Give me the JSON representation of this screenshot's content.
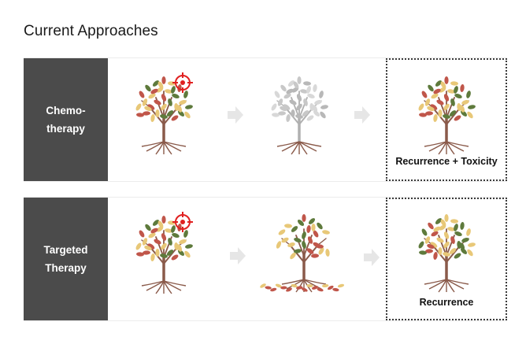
{
  "title": "Current Approaches",
  "rows": [
    {
      "label": "Chemo-\ntherapy",
      "outcome": "Recurrence + Toxicity"
    },
    {
      "label": "Targeted\nTherapy",
      "outcome": "Recurrence"
    }
  ],
  "colors": {
    "label_bg": "#4b4b4b",
    "trunk": "#8a5a4a",
    "leaf_green": "#5e7a3c",
    "leaf_red": "#c0564a",
    "leaf_yellow": "#e8c878",
    "leaf_gray": "#c8c8c8",
    "target_red": "#e02020",
    "arrow": "#e6e6e6"
  }
}
